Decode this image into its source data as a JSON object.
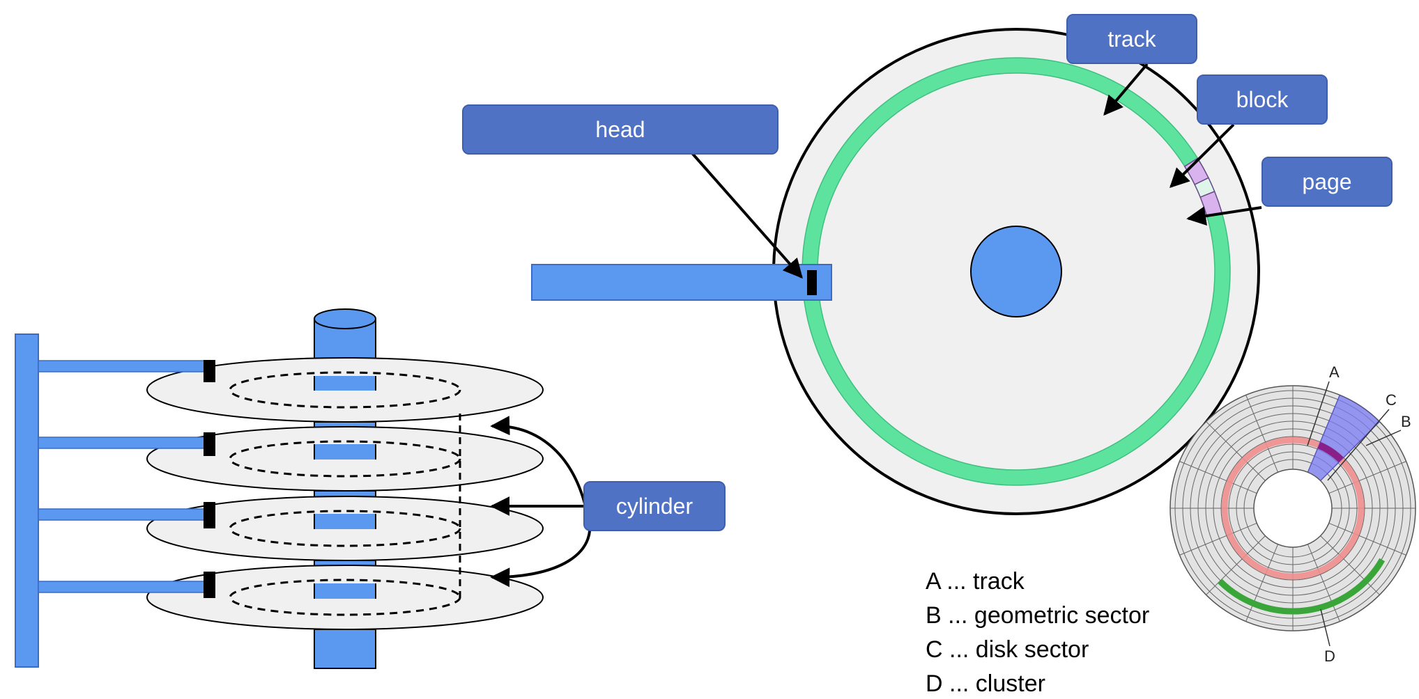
{
  "labels": {
    "head": "head",
    "track": "track",
    "block": "block",
    "page": "page",
    "cylinder": "cylinder"
  },
  "sector_diagram_letters": {
    "a": "A",
    "b": "B",
    "c": "C",
    "d": "D"
  },
  "legend": [
    "A ... track",
    "B ... geometric sector",
    "C ... disk sector",
    "D ... cluster"
  ],
  "colors": {
    "callout": "#4f72c4",
    "component_blue": "#5b98f0",
    "track_green": "#5ee39e",
    "platter_gray": "#f0f0f0",
    "block_purple": "#d9b3ee",
    "sector_blue": "#7a7bf2",
    "cluster_green": "#3aa63a",
    "ring_red": "#ef8d8d"
  }
}
